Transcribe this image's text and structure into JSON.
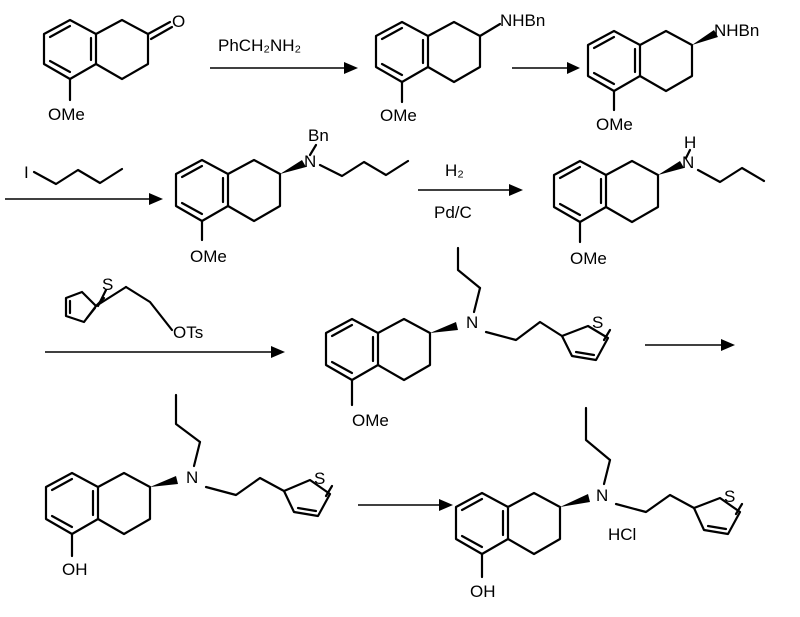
{
  "reagents": {
    "step1": "PhCH₂NH₂",
    "step3": "I",
    "step4_top": "H₂",
    "step4_bottom": "Pd/C",
    "step5": "OTs"
  },
  "labels": {
    "ome": "OMe",
    "oh": "OH",
    "nhbn": "NHBn",
    "bn": "Bn",
    "n": "N",
    "h": "H",
    "s": "S",
    "o": "O",
    "hcl": "HCl"
  }
}
